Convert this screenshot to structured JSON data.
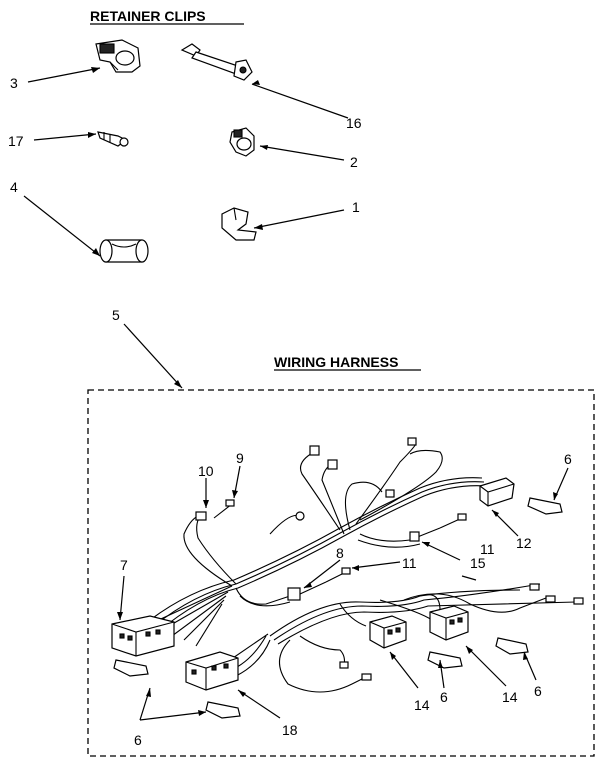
{
  "sections": {
    "retainer_clips_title": "RETAINER CLIPS",
    "wiring_harness_title": "WIRING HARNESS"
  },
  "callouts": {
    "c3": "3",
    "c16": "16",
    "c17": "17",
    "c2": "2",
    "c4": "4",
    "c1": "1",
    "c5": "5",
    "c10": "10",
    "c9": "9",
    "c6a": "6",
    "c12": "12",
    "c8": "8",
    "c11a": "11",
    "c15": "15",
    "c11b": "11",
    "c7": "7",
    "c6b": "6",
    "c14a": "14",
    "c14b": "14",
    "c6c": "6",
    "c6d": "6",
    "c18": "18"
  }
}
